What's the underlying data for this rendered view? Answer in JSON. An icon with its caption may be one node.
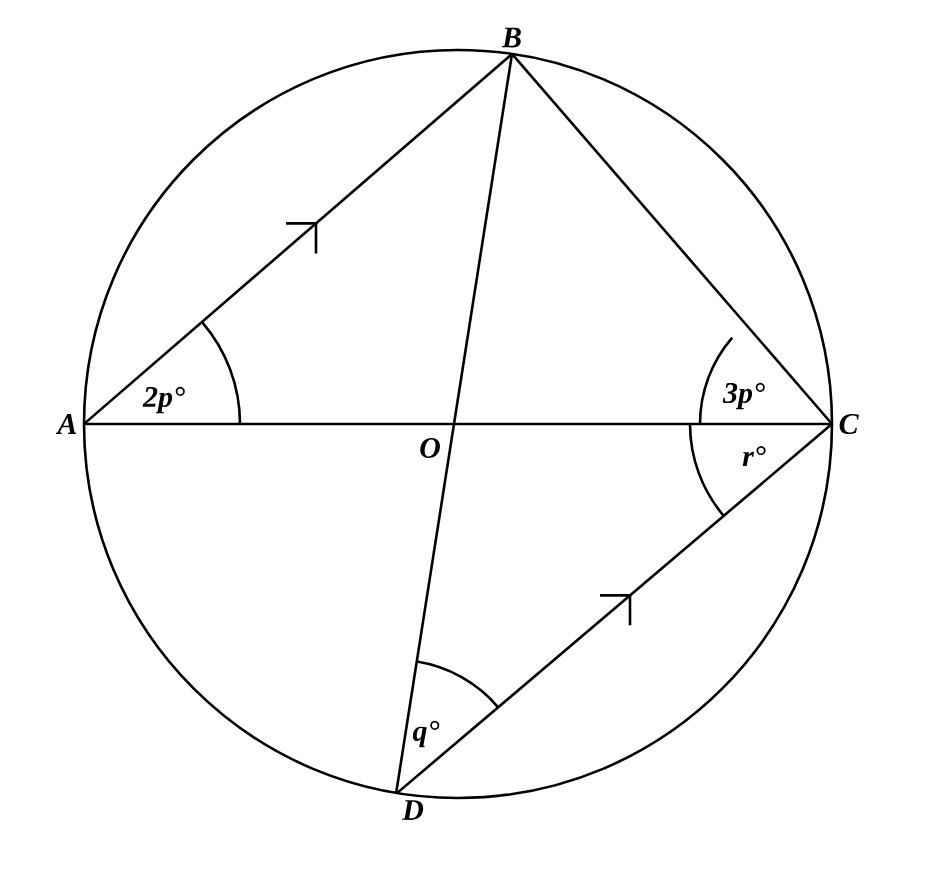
{
  "diagram": {
    "nodes": [
      {
        "text": [
          "A"
        ]
      },
      {
        "text": [
          "B"
        ]
      },
      {
        "text": [
          "C"
        ]
      },
      {
        "text": [
          "D"
        ]
      }
    ],
    "edges": [
      {
        "from": 0,
        "to": 1,
        "arrow": "none"
      },
      {
        "from": 1,
        "to": 2,
        "arrow": "none"
      },
      {
        "from": 0,
        "to": 2,
        "arrow": "none"
      },
      {
        "from": 1,
        "to": 3,
        "arrow": "none"
      },
      {
        "from": 3,
        "to": 2,
        "arrow": "none"
      }
    ],
    "labels": [
      "2p°",
      "O",
      "3p°",
      "r°",
      "q°"
    ]
  }
}
